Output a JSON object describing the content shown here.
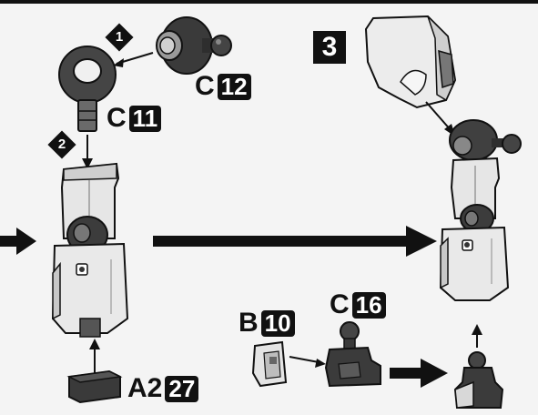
{
  "steps": {
    "sub1": "1",
    "sub2": "2",
    "main3": "3"
  },
  "parts": [
    {
      "letter": "C",
      "number": "12"
    },
    {
      "letter": "C",
      "number": "11"
    },
    {
      "letter": "C",
      "number": "16"
    },
    {
      "letter": "B",
      "number": "10"
    },
    {
      "letter": "A2",
      "number": "27"
    }
  ]
}
